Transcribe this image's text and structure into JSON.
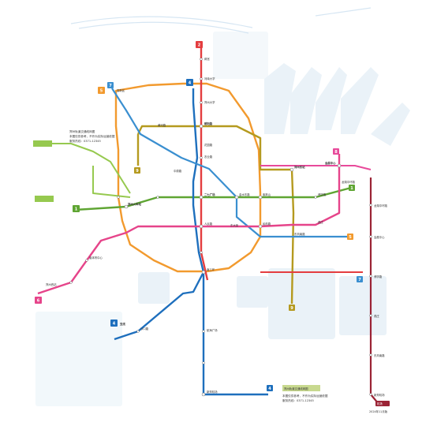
{
  "map": {
    "lines": [
      {
        "id": "1",
        "color": "#5fa533"
      },
      {
        "id": "2",
        "color": "#e43d3f"
      },
      {
        "id": "4",
        "color": "#1e6fbd"
      },
      {
        "id": "5",
        "color": "#f29a2e"
      },
      {
        "id": "6",
        "color": "#e6448a"
      },
      {
        "id": "7",
        "color": "#3a8fd0"
      },
      {
        "id": "9",
        "color": "#b59a1f"
      },
      {
        "id": "8",
        "color": "#e84a9b"
      },
      {
        "id": "L",
        "color": "#9b2335"
      },
      {
        "id": "SF",
        "color": "#96c94f"
      }
    ],
    "line_badges": {
      "l1": "1",
      "l2": "2",
      "l4": "4",
      "l5": "5",
      "l6": "6",
      "l7": "7",
      "l8": "8",
      "l9": "9"
    },
    "line_name_4": "支线",
    "stations": {
      "s1": "蒋宫",
      "s2": "河南大学",
      "s3": "高新区",
      "s4": "郑州大学",
      "s5": "朝阳路",
      "s6": "中原路",
      "s7": "二七广场",
      "s8": "人民路",
      "s9": "金水东路",
      "s10": "郑州东站",
      "s11": "博学路",
      "s12": "民航路",
      "s13": "紫荆山",
      "s14": "燕庄",
      "s15": "东风南路",
      "s16": "会展中心",
      "s17": "郑州火车站",
      "s18": "南三环",
      "s19": "航海广场",
      "s20": "新郑机场",
      "s21": "沙口路",
      "s22": "龙湖中环路",
      "s23": "农业路",
      "s24": "东大街",
      "s25": "花园路",
      "s26": "黄河路",
      "s27": "省体育中心",
      "s28": "郑州西站"
    },
    "notes": {
      "n1": "郑州轨道交通线网图",
      "n2": "本图仅供参考，不作为实际运营依据",
      "n3": "服务热线：0371-12345"
    },
    "terminal_box": "机场",
    "footer_code": "2024年11月版"
  }
}
